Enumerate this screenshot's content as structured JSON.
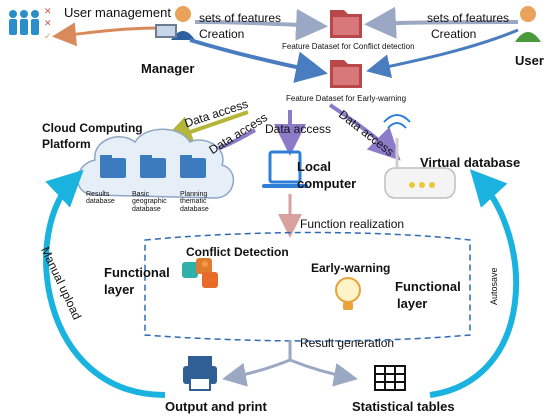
{
  "top": {
    "user_management": "User management",
    "sets_of_features_left": "sets of features",
    "creation_left": "Creation",
    "sets_of_features_right": "sets of features",
    "creation_right": "Creation",
    "manager": "Manager",
    "user": "User",
    "dataset_conflict": "Feature Dataset for Conflict detection",
    "dataset_early_warning": "Feature Dataset for Early-warning"
  },
  "cloud": {
    "title_line1": "Cloud Computing",
    "title_line2": "Platform",
    "data_access_1": "Data access",
    "data_access_2": "Data access",
    "results_db_line1": "Results",
    "results_db_line2": "database",
    "basic_db_line1": "Basic",
    "basic_db_line2": "geographic",
    "basic_db_line3": "database",
    "planning_db_line1": "Planning",
    "planning_db_line2": "thematic",
    "planning_db_line3": "database"
  },
  "middle": {
    "data_access_local": "Data access",
    "data_access_virtual": "Data access",
    "local_line1": "Local",
    "local_line2": "computer",
    "virtual_database": "Virtual database",
    "function_realization": "Function realization"
  },
  "functional": {
    "left_line1": "Functional",
    "left_line2": "layer",
    "right_line1": "Functional",
    "right_line2": "layer",
    "conflict_detection": "Conflict Detection",
    "early_warning": "Early-warning"
  },
  "bottom": {
    "result_generation": "Result generation",
    "output_and_print": "Output and print",
    "statistical_tables": "Statistical tables",
    "manual_upload": "Manual upload",
    "autosave": "Autosave"
  },
  "colors": {
    "cyan_arrow": "#1ab3e0",
    "blue_arrow": "#4a7cc0",
    "grey_arrow": "#9aa8c4",
    "olive_arrow": "#b5b53a",
    "purple_arrow": "#8a7cc8",
    "orange_arrow": "#d98a5a",
    "folder_red": "#b8484a",
    "monitor_blue": "#2e7fd8",
    "printer_blue": "#2f5f95"
  }
}
